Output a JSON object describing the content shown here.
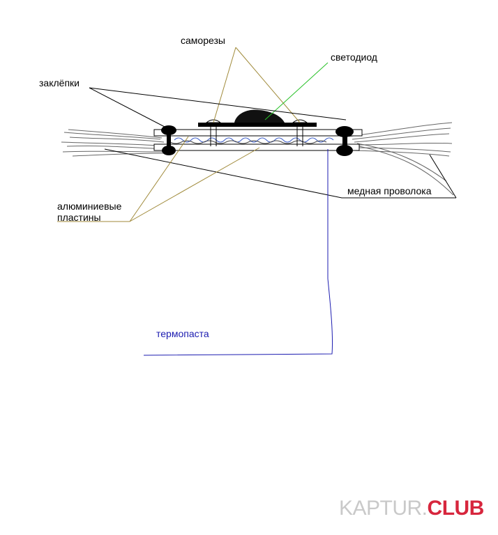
{
  "labels": {
    "samorezy": "саморезы",
    "svetodiod": "светодиод",
    "zaklepki": "заклёпки",
    "mednaya_provoloka": "медная проволока",
    "aluminievye_plastiny": "алюминиевые пластины",
    "termopasta": "термопаста"
  },
  "watermark": {
    "part1": "KAPTUR.",
    "part2": "CLUB"
  },
  "colors": {
    "leader_samorezy": "#a08a3a",
    "leader_svetodiod": "#26c026",
    "leader_black": "#000000",
    "termopasta_line": "#1b1bb0",
    "wires": "#555555",
    "watermark_gray": "#c9c9c9",
    "watermark_red": "#d7263d"
  }
}
